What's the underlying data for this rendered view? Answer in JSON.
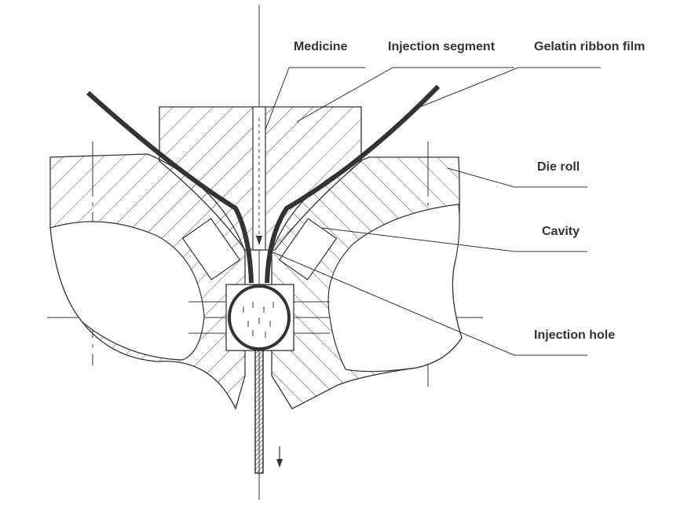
{
  "labels": {
    "medicine": "Medicine",
    "injection_segment": "Injection segment",
    "gelatin_ribbon_film": "Gelatin ribbon film",
    "die_roll": "Die roll",
    "cavity": "Cavity",
    "injection_hole": "Injection hole"
  },
  "colors": {
    "line": "#333333",
    "background": "#ffffff"
  }
}
